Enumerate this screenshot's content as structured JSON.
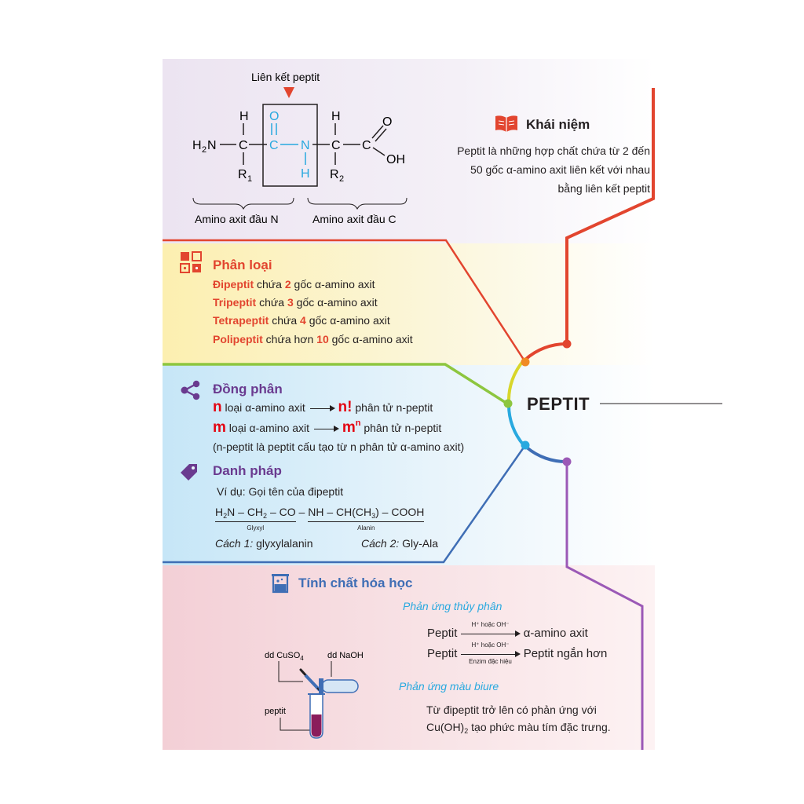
{
  "center_title": "PEPTIT",
  "structure": {
    "bond_label": "Liên kết peptit",
    "h_top_left": "H",
    "h_top_right": "H",
    "o_top": "O",
    "o_right": "O",
    "h2n_h": "H",
    "h2n_2": "2",
    "h2n_n": "N",
    "c1": "C",
    "c2": "C",
    "c3": "C",
    "c4": "C",
    "n_mid": "N",
    "h_bottom": "H",
    "oh": "OH",
    "r1": "R",
    "r1_sub": "1",
    "r2": "R",
    "r2_sub": "2",
    "left_brace_label": "Amino axit đầu N",
    "right_brace_label": "Amino axit đầu C"
  },
  "khai_niem": {
    "title": "Khái niệm",
    "line1": "Peptit là những hợp chất chứa từ 2 đến",
    "line2": "50 gốc α-amino axit liên kết với nhau",
    "line3": "bằng liên kết peptit"
  },
  "phan_loai": {
    "title": "Phân loại",
    "items": [
      {
        "name": "Đipeptit",
        "pre": "chứa",
        "num": "2",
        "post": "gốc α-amino axit"
      },
      {
        "name": "Tripeptit",
        "pre": "chứa",
        "num": "3",
        "post": "gốc α-amino axit"
      },
      {
        "name": "Tetrapeptit",
        "pre": "chứa",
        "num": "4",
        "post": "gốc α-amino axit"
      },
      {
        "name": "Polipeptit",
        "pre": "chứa hơn",
        "num": "10",
        "post": "gốc α-amino axit"
      }
    ]
  },
  "dong_phan": {
    "title": "Đồng phân",
    "row1_var": "n",
    "row1_text": "loại α-amino axit",
    "row1_result": "n!",
    "row1_tail": "phân tử n-peptit",
    "row2_var": "m",
    "row2_text": "loại α-amino axit",
    "row2_result_base": "m",
    "row2_result_exp": "n",
    "row2_tail": "phân tử n-peptit",
    "note": "(n-peptit là peptit cấu tạo từ n phân tử α-amino axit)"
  },
  "danh_phap": {
    "title": "Danh pháp",
    "example": "Ví dụ: Gọi tên của đipeptit",
    "formula_part1_a": "H",
    "formula_part1_sub": "2",
    "formula_part1_b": "N – CH",
    "formula_part1_sub2": "2",
    "formula_part1_c": " – CO",
    "formula_sep": " – ",
    "formula_part2_a": "NH – CH(CH",
    "formula_part2_sub": "3",
    "formula_part2_b": ") – COOH",
    "label_glyxyl": "Glyxyl",
    "label_alanin": "Alanin",
    "way1_label": "Cách 1:",
    "way1_value": "glyxylalanin",
    "way2_label": "Cách 2:",
    "way2_value": "Gly-Ala"
  },
  "tinh_chat": {
    "title": "Tính chất hóa học",
    "hydrolysis_title": "Phản ứng thủy phân",
    "r1_left": "Peptit",
    "r1_cond": "H⁺ hoặc OH⁻",
    "r1_right": "α-amino axit",
    "r2_left": "Peptit",
    "r2_cond_top": "H⁺ hoặc OH⁻",
    "r2_cond_bottom": "Enzim đặc hiệu",
    "r2_right": "Peptit ngắn hơn",
    "biuret_title": "Phản ứng màu biure",
    "biuret_line1": "Từ đipeptit trở lên có phản ứng với",
    "biuret_line2_a": "Cu(OH)",
    "biuret_line2_sub": "2",
    "biuret_line2_b": " tạo phức màu tím đặc trưng.",
    "lab_cuso4": "dd CuSO",
    "lab_cuso4_sub": "4",
    "lab_naoh": "dd NaOH",
    "lab_peptit": "peptit"
  },
  "colors": {
    "red": "#e2452f",
    "orange": "#f08a24",
    "yellow": "#d8d62a",
    "green": "#8dc63f",
    "cyan": "#29a9df",
    "blue": "#3f6eb5",
    "purple": "#9b59b6",
    "text_purple": "#6a3a8f"
  }
}
